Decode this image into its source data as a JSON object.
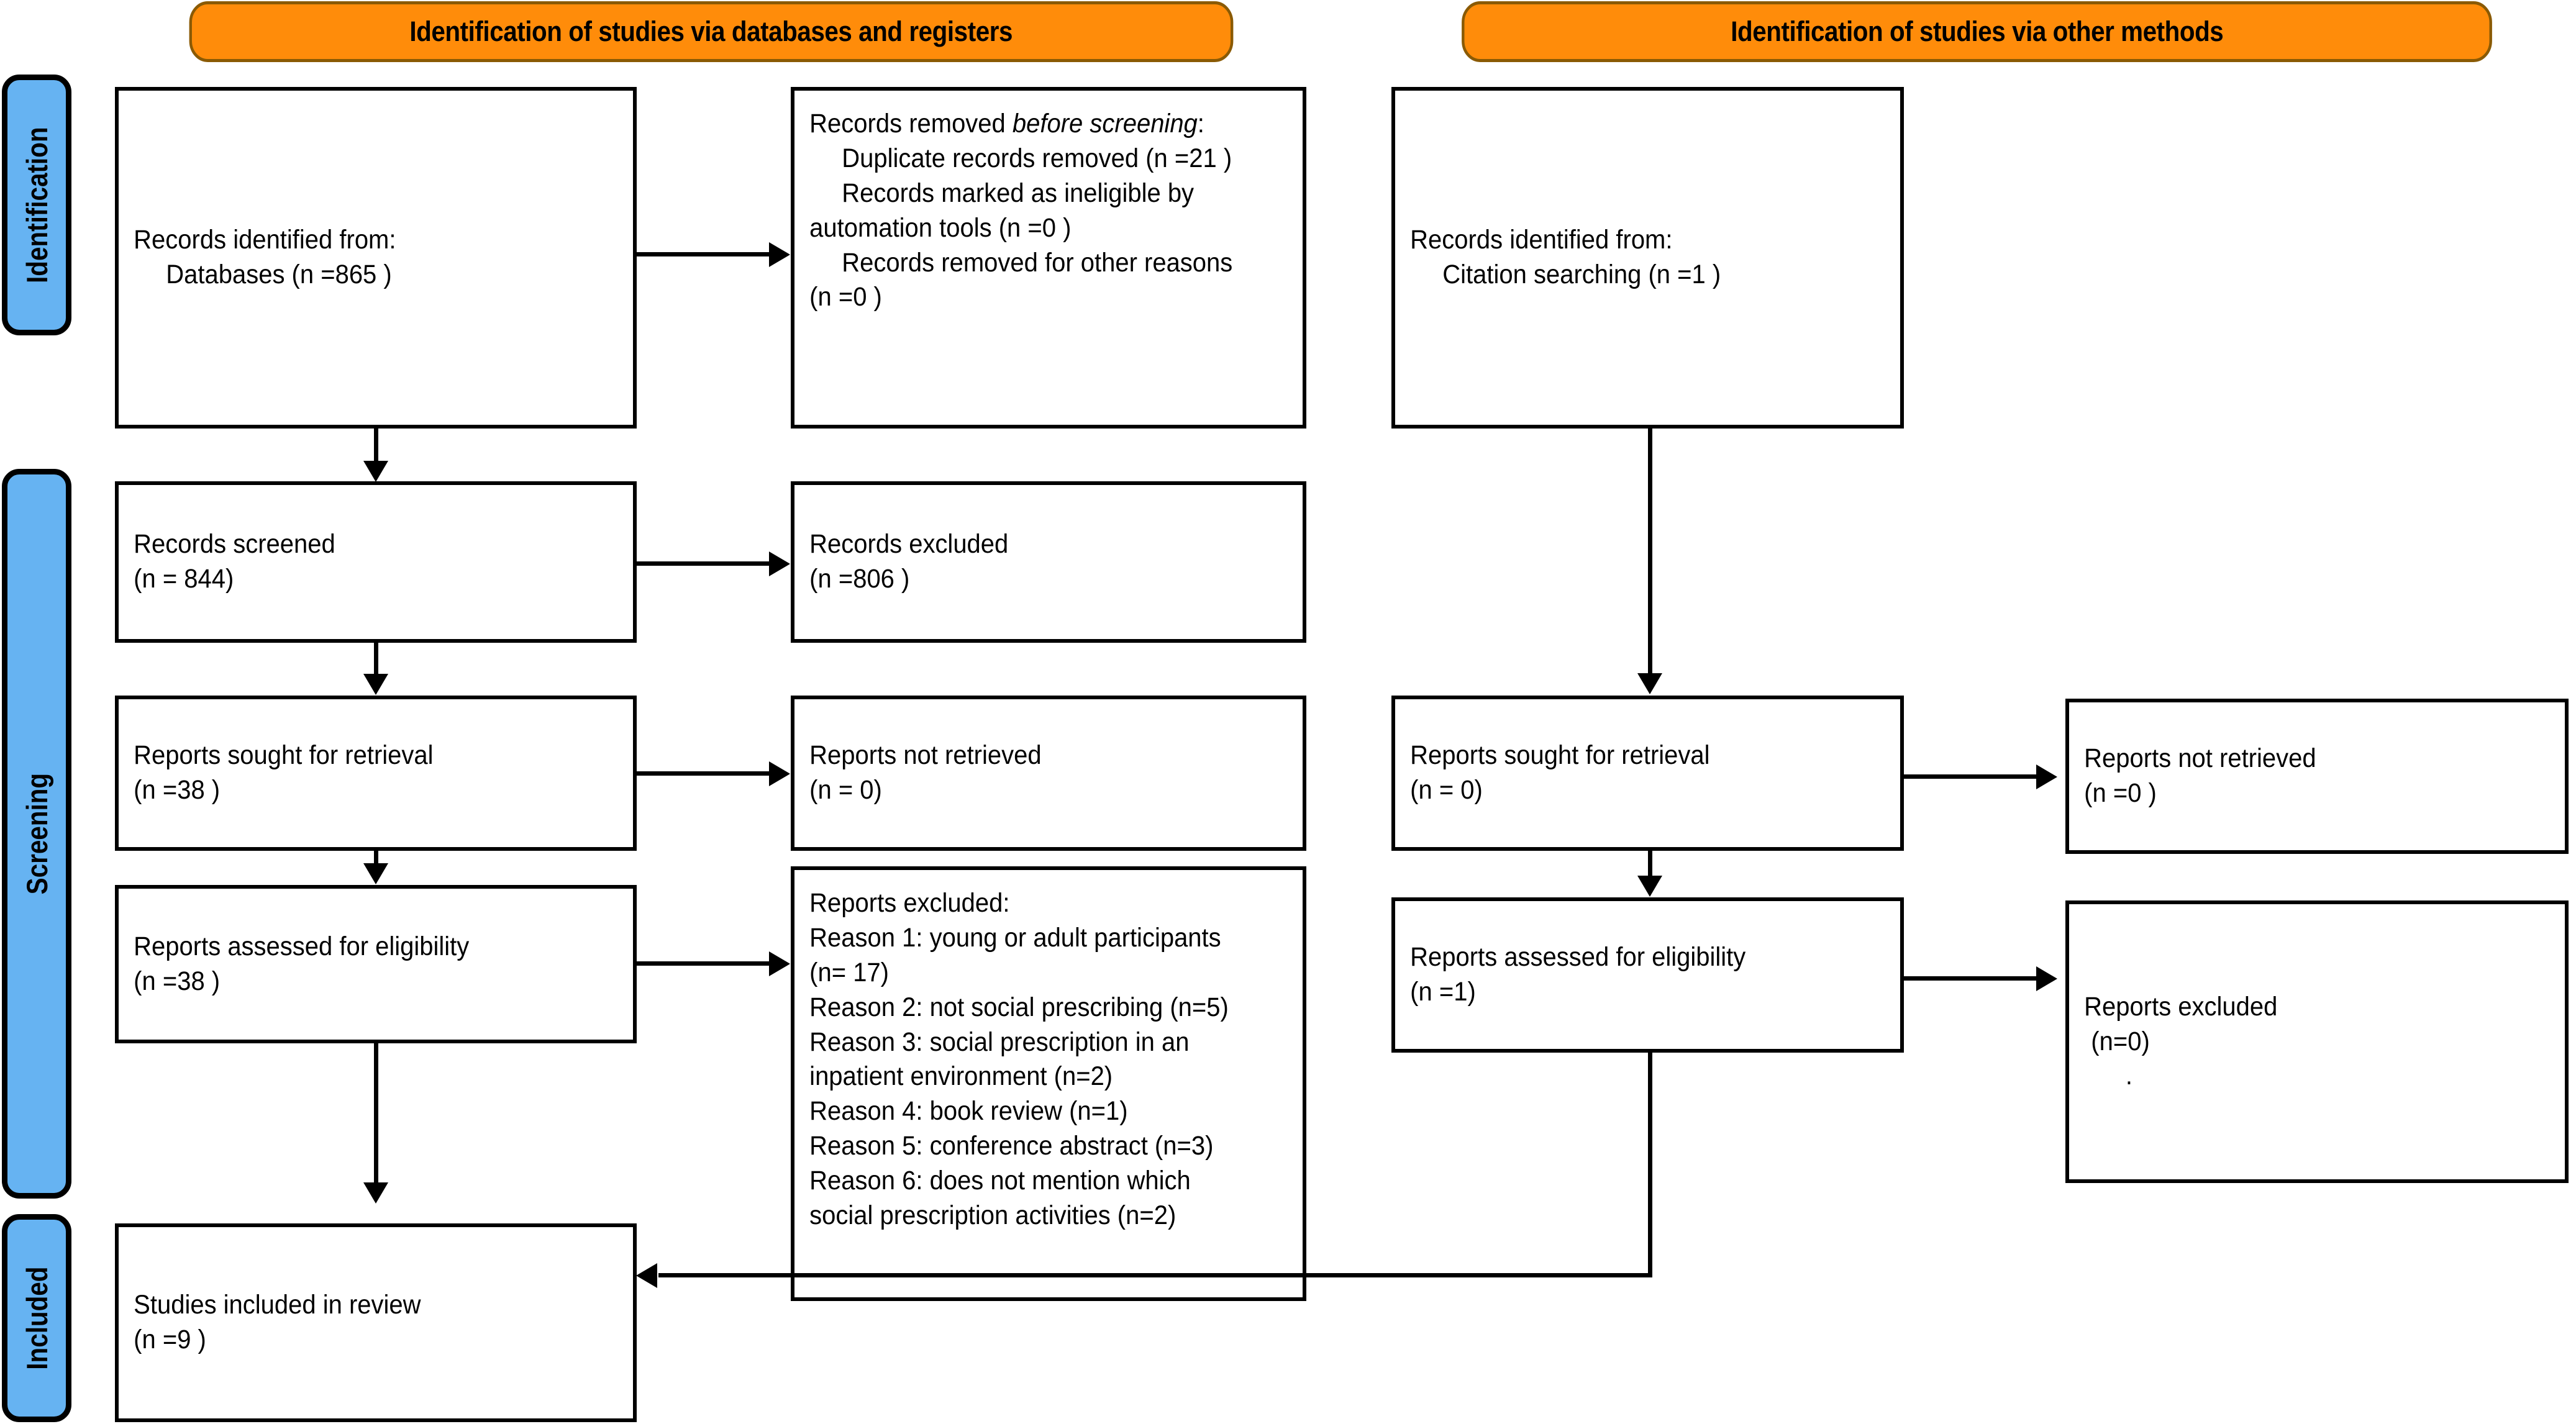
{
  "diagram": {
    "type": "PRISMA 2020 flow diagram",
    "headers": {
      "left": "Identification of studies via databases and registers",
      "right": "Identification of studies via other methods"
    },
    "phases": {
      "identification": "Identification",
      "screening": "Screening",
      "included": "Included"
    },
    "left_column": {
      "identified": {
        "line1": "Records identified from:",
        "line2": "Databases (n =865 )"
      },
      "removed_before_screening": {
        "title_a": "Records removed ",
        "title_b": "before screening",
        "title_c": ":",
        "item1": "Duplicate records removed (n =21 )",
        "item2": "Records marked as ineligible by automation tools (n =0 )",
        "item3": "Records removed for other reasons (n =0 )"
      },
      "screened": {
        "line1": "Records screened",
        "line2": "(n = 844)"
      },
      "excluded_records": {
        "line1": "Records excluded",
        "line2": "(n =806 )"
      },
      "sought": {
        "line1": "Reports sought for retrieval",
        "line2": "(n =38 )"
      },
      "not_retrieved": {
        "line1": "Reports not retrieved",
        "line2": "(n = 0)"
      },
      "assessed": {
        "line1": "Reports assessed for eligibility",
        "line2": "(n =38 )"
      },
      "reports_excluded": {
        "title": "Reports excluded:",
        "reason1": "Reason 1: young or adult participants (n= 17)",
        "reason2": "Reason 2: not social prescribing (n=5)",
        "reason3": "Reason 3: social prescription in an inpatient environment (n=2)",
        "reason4": "Reason 4: book review (n=1)",
        "reason5": "Reason 5: conference abstract (n=3)",
        "reason6": "Reason 6: does not mention which social prescription activities (n=2)"
      },
      "included": {
        "line1": "Studies included in review",
        "line2": "(n =9 )"
      }
    },
    "right_column": {
      "identified": {
        "line1": "Records identified from:",
        "line2": "Citation searching (n =1 )"
      },
      "sought": {
        "line1": "Reports sought for retrieval",
        "line2": "(n = 0)"
      },
      "not_retrieved": {
        "line1": "Reports not retrieved",
        "line2": "(n =0 )"
      },
      "assessed": {
        "line1": "Reports assessed for eligibility",
        "line2": "(n =1)"
      },
      "reports_excluded": {
        "line1": "Reports excluded",
        "line2": " (n=0)",
        "line3": "      ."
      }
    },
    "colors": {
      "header_fill": "#FF8C0A",
      "header_border": "#8A5A04",
      "phase_fill": "#66B3F2",
      "line": "#000000",
      "box_fill": "#FFFFFF"
    }
  }
}
